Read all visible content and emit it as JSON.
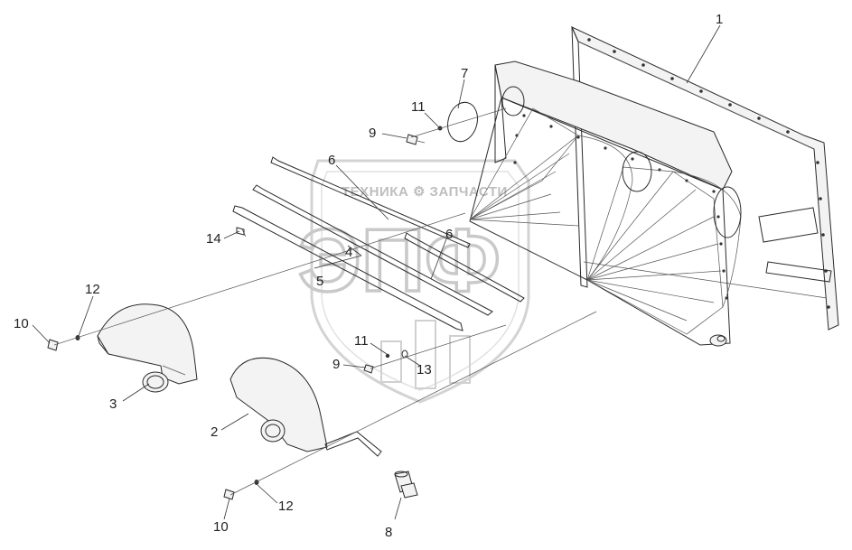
{
  "watermark": {
    "text": "ТЕХНИКА ⚙ ЗАПЧАСТИ",
    "logo": "ЭПФ"
  },
  "callouts": [
    "1",
    "7",
    "11",
    "9",
    "6",
    "6",
    "4",
    "5",
    "14",
    "12",
    "10",
    "3",
    "2",
    "11",
    "9",
    "13",
    "12",
    "10",
    "8"
  ]
}
